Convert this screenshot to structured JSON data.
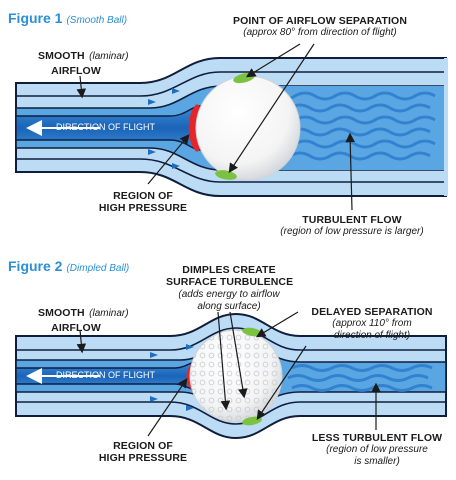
{
  "figure1": {
    "title": "Figure 1",
    "subtitle": "(Smooth Ball)",
    "separation_title": "POINT OF AIRFLOW SEPARATION",
    "separation_sub": "(approx 80° from direction of flight)",
    "smooth_word": "SMOOTH",
    "laminar_word": "(laminar)",
    "airflow_word": "AIRFLOW",
    "direction_label": "DIRECTION OF FLIGHT",
    "pressure_line1": "REGION OF",
    "pressure_line2": "HIGH PRESSURE",
    "turbulent_title": "TURBULENT FLOW",
    "turbulent_sub": "(region of low pressure is larger)"
  },
  "figure2": {
    "title": "Figure 2",
    "subtitle": "(Dimpled Ball)",
    "dimples_line1": "DIMPLES CREATE",
    "dimples_line2": "SURFACE TURBULENCE",
    "dimples_sub1": "(adds energy to airflow",
    "dimples_sub2": "along surface)",
    "delayed_title": "DELAYED SEPARATION",
    "delayed_sub1": "(approx 110° from",
    "delayed_sub2": "direction of flight)",
    "smooth_word": "SMOOTH",
    "laminar_word": "(laminar)",
    "airflow_word": "AIRFLOW",
    "direction_label": "DIRECTION OF FLIGHT",
    "pressure_line1": "REGION OF",
    "pressure_line2": "HIGH PRESSURE",
    "less_title": "LESS TURBULENT FLOW",
    "less_sub1": "(region of low pressure",
    "less_sub2": "is smaller)"
  },
  "colors": {
    "title_blue": "#2b8fd6",
    "stream_light": "#bcdcf5",
    "stream_mid": "#5aa6e3",
    "stream_dark": "#1f6fc0",
    "stream_outline": "#0f1e3c",
    "high_pressure_red": "#e4262b",
    "separation_green": "#7cc242",
    "ball_white": "#ffffff"
  }
}
